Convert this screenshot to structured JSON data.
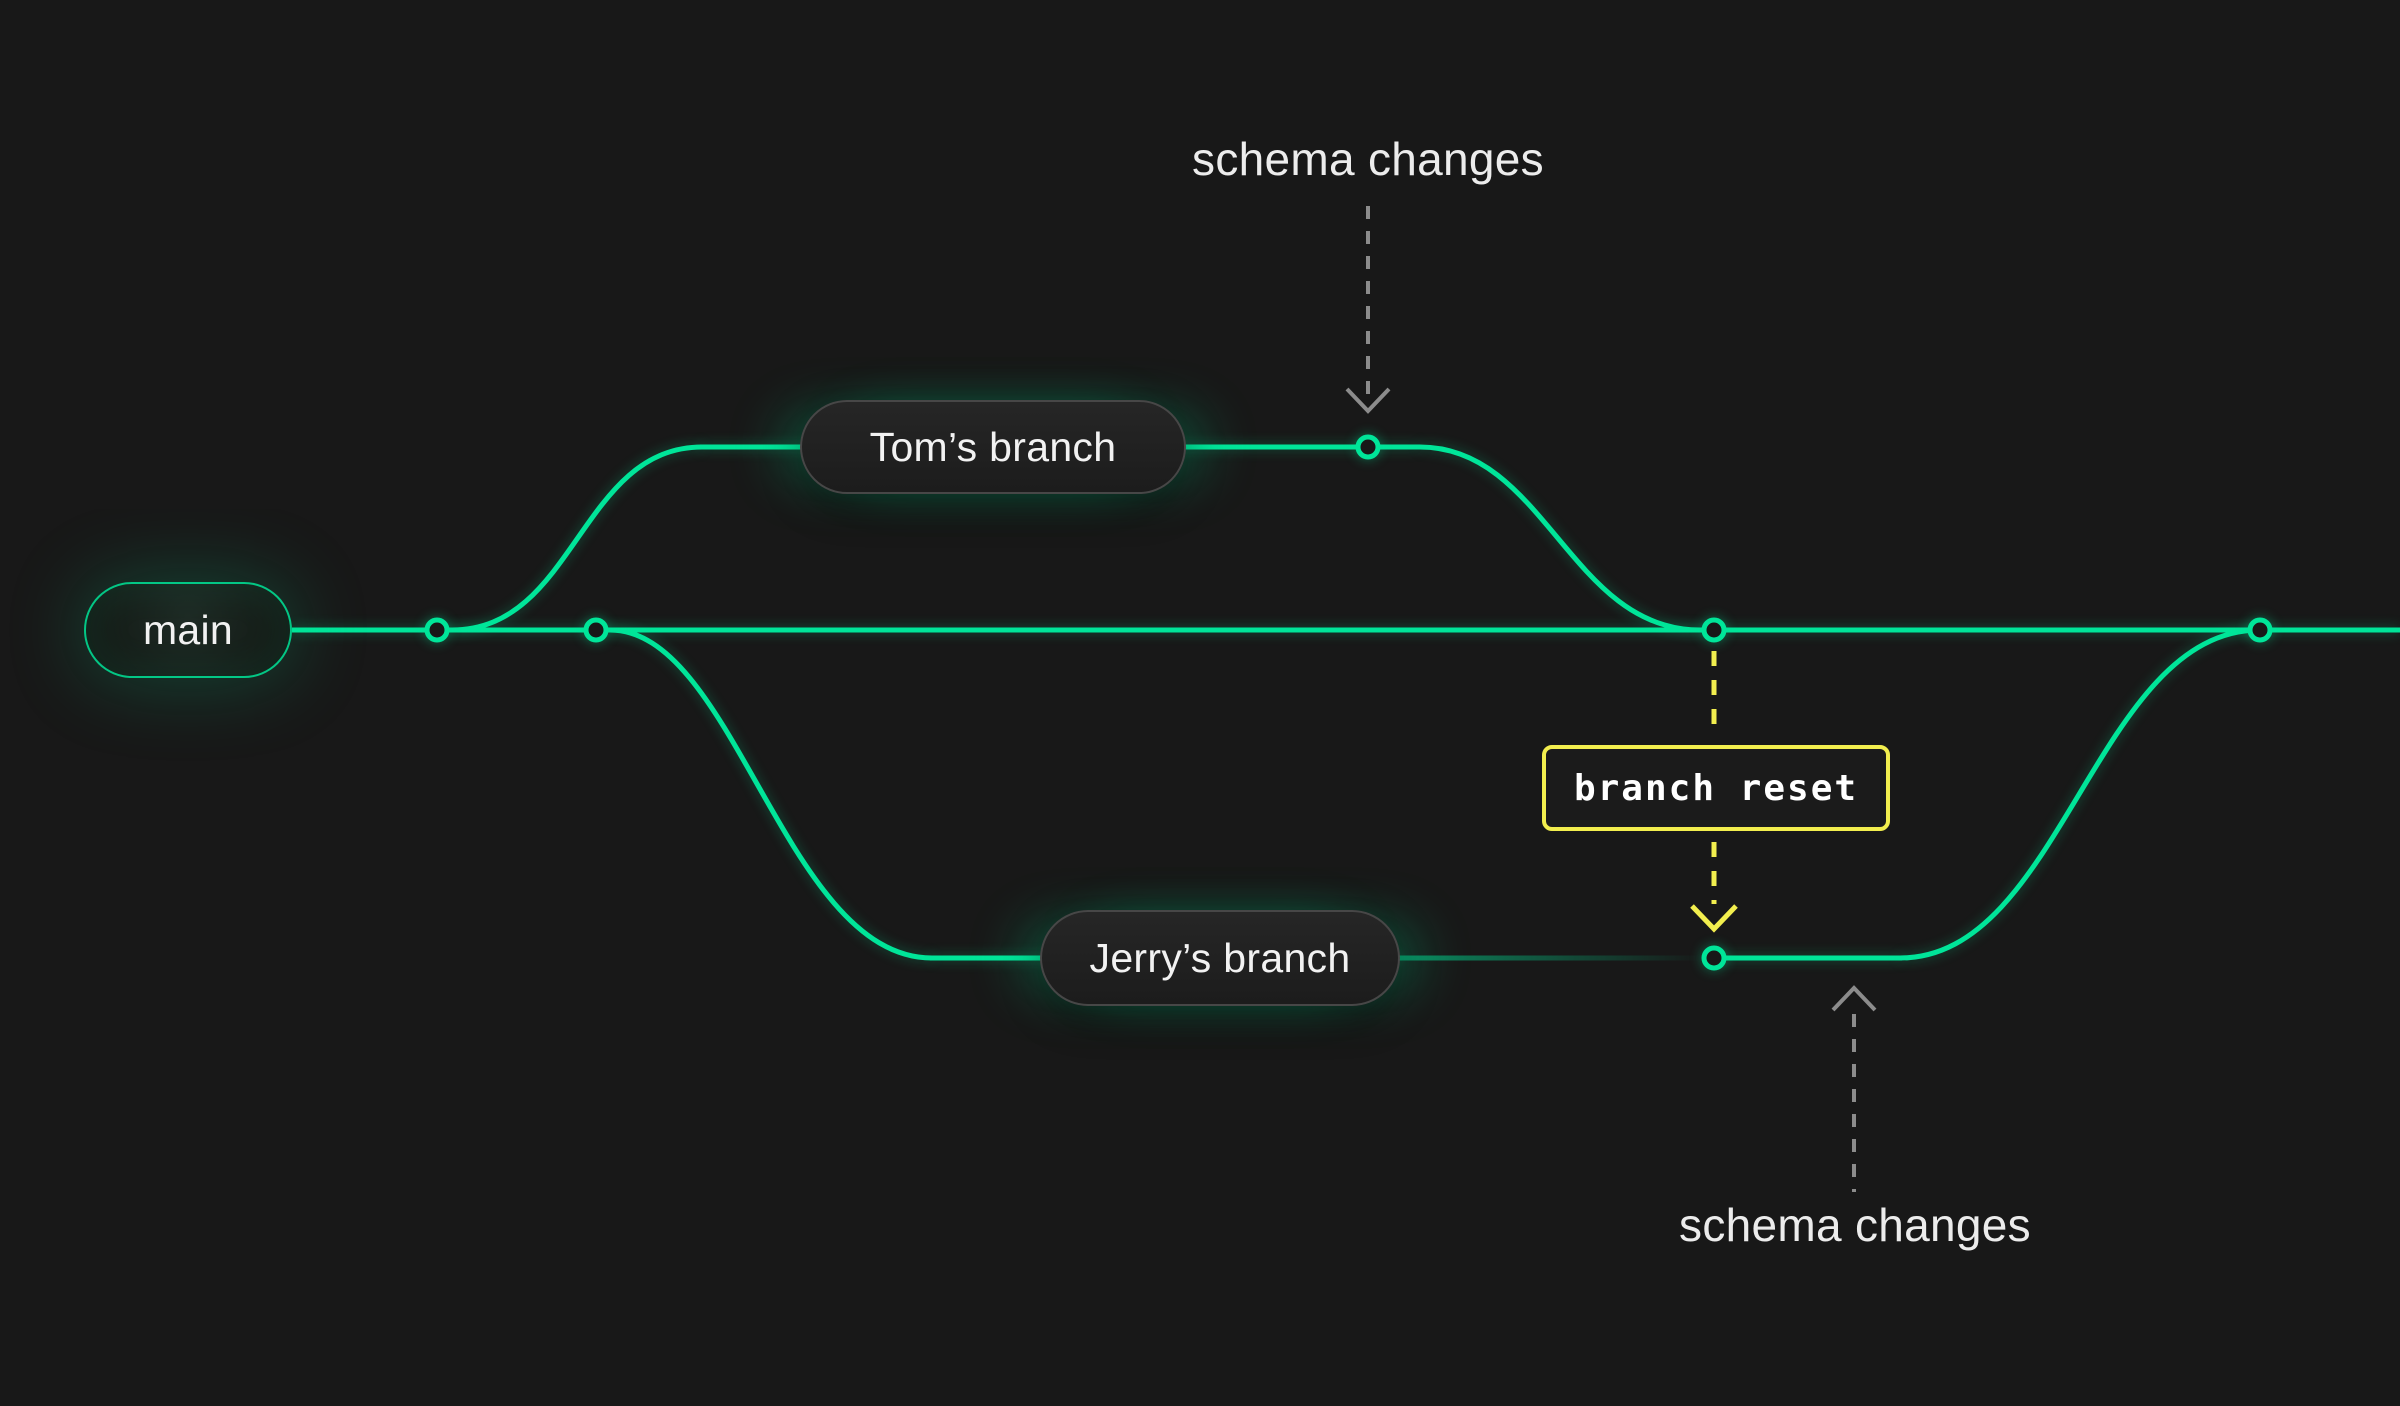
{
  "colors": {
    "bg": "#181818",
    "green": "#00E599",
    "yellow": "#F2EE4E",
    "gray": "#8C8C8C",
    "text": "#ECECEC",
    "pillBorder": "#474747"
  },
  "branches": {
    "main": {
      "label": "main"
    },
    "tom": {
      "label": "Tom’s branch"
    },
    "jerry": {
      "label": "Jerry’s branch"
    }
  },
  "annotations": {
    "schema_changes_top": {
      "label": "schema changes"
    },
    "branch_reset": {
      "label": "branch reset"
    },
    "schema_changes_bottom": {
      "label": "schema changes"
    }
  },
  "icons": {
    "arrow_down_gray": "dashed-arrow-down",
    "arrow_down_yellow": "dashed-arrow-down",
    "arrow_up_gray": "dashed-arrow-up"
  }
}
